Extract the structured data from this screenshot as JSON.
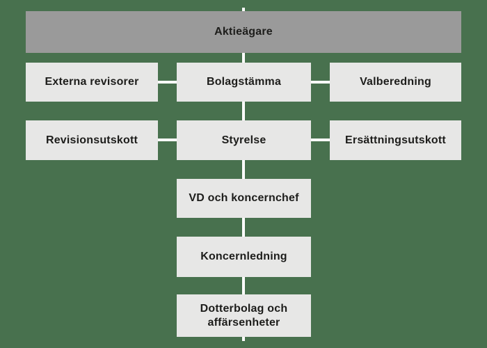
{
  "colors": {
    "background": "#48714e",
    "top_node_bg": "#9a9a9a",
    "node_bg": "#e7e7e6",
    "connector": "#ffffff",
    "text": "#1d1d1b"
  },
  "org_chart": {
    "nodes": {
      "aktieagare": "Aktieägare",
      "externa_revisorer": "Externa revisorer",
      "bolagstamma": "Bolagstämma",
      "valberedning": "Valberedning",
      "revisionsutskott": "Revisionsutskott",
      "styrelse": "Styrelse",
      "ersattningsutskott": "Ersättningsutskott",
      "vd_och_koncernchef": "VD och koncernchef",
      "koncernledning": "Koncernledning",
      "dotterbolag": "Dotterbolag och affärsenheter"
    },
    "hierarchy": [
      {
        "from": "aktieagare",
        "to": "bolagstamma"
      },
      {
        "from": "bolagstamma",
        "to": "externa_revisorer"
      },
      {
        "from": "bolagstamma",
        "to": "valberedning"
      },
      {
        "from": "bolagstamma",
        "to": "styrelse"
      },
      {
        "from": "styrelse",
        "to": "revisionsutskott"
      },
      {
        "from": "styrelse",
        "to": "ersattningsutskott"
      },
      {
        "from": "styrelse",
        "to": "vd_och_koncernchef"
      },
      {
        "from": "vd_och_koncernchef",
        "to": "koncernledning"
      },
      {
        "from": "koncernledning",
        "to": "dotterbolag"
      }
    ]
  }
}
